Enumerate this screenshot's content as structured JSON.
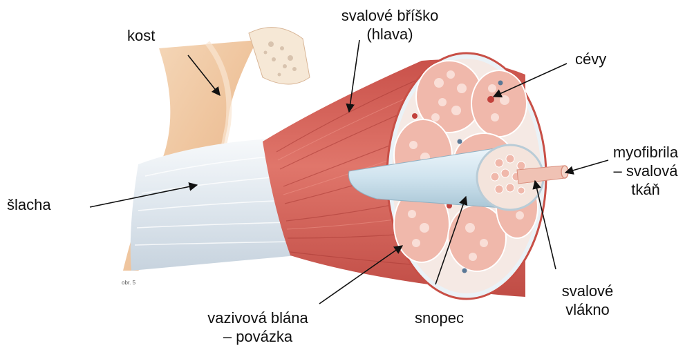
{
  "labels": {
    "bone": "kost",
    "belly_line1": "svalové bříško",
    "belly_line2": "(hlava)",
    "vessels": "cévy",
    "myofibril_line1": "myofibrila",
    "myofibril_line2": "– svalová",
    "myofibril_line3": "tkáň",
    "tendon": "šlacha",
    "fascia_line1": "vazivová blána",
    "fascia_line2": "– povázka",
    "bundle": "snopec",
    "fiber_line1": "svalové",
    "fiber_line2": "vlákno",
    "figure_note": "obr. 5"
  },
  "colors": {
    "muscle": "#d9635a",
    "muscle_dark": "#b8433d",
    "bone": "#f1c7a0",
    "tendon": "#e9eef3",
    "cross_section": "#f7e3dc",
    "cell": "#f2b9ad",
    "arrow": "#111111"
  }
}
